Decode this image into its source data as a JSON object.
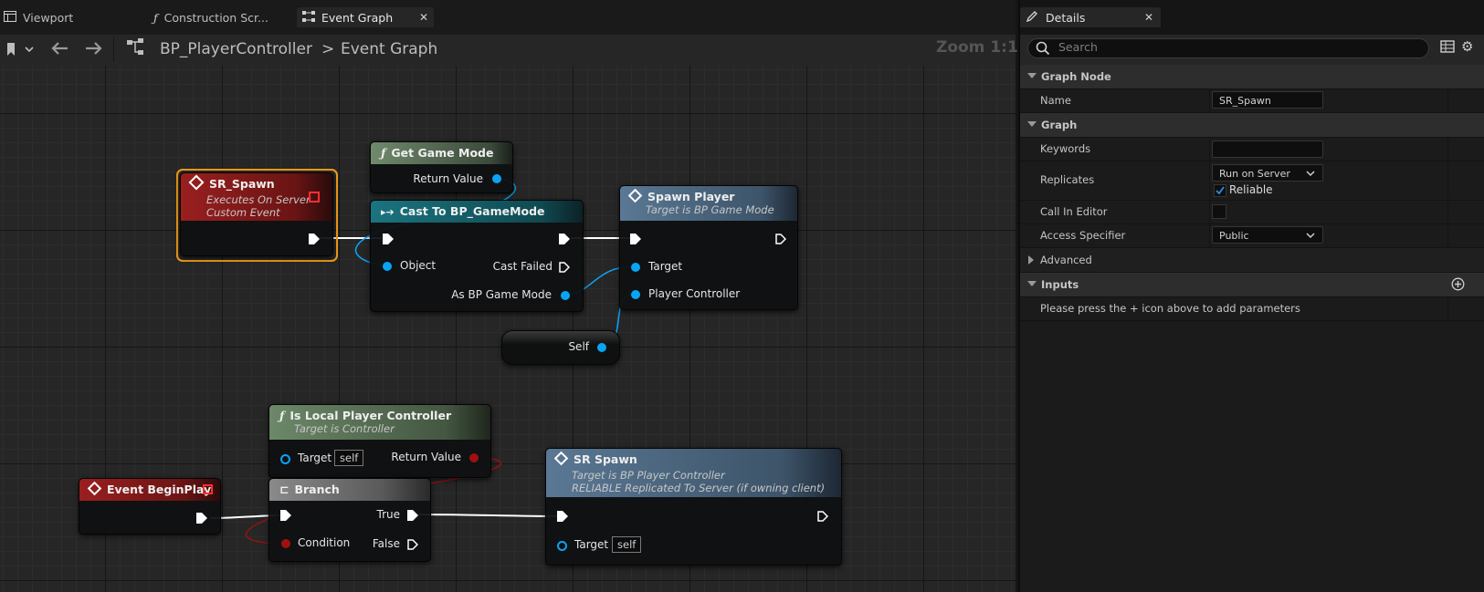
{
  "tabs": [
    {
      "label": "Viewport",
      "icon": "viewport-icon"
    },
    {
      "label": "Construction Scr...",
      "icon": "function-icon"
    },
    {
      "label": "Event Graph",
      "icon": "graph-icon"
    }
  ],
  "toolbar": {
    "breadcrumb_blueprint": "BP_PlayerController",
    "breadcrumb_sep": ">",
    "breadcrumb_graph": "Event Graph",
    "zoom": "Zoom 1:1"
  },
  "nodes": {
    "get_game_mode": {
      "title": "Get Game Mode",
      "return": "Return Value"
    },
    "sr_spawn_event": {
      "title": "SR_Spawn",
      "sub1": "Executes On Server",
      "sub2": "Custom Event"
    },
    "cast": {
      "title": "Cast To BP_GameMode",
      "object": "Object",
      "cast_failed": "Cast Failed",
      "as_gm": "As BP Game Mode"
    },
    "spawn_player": {
      "title": "Spawn Player",
      "sub": "Target is BP Game Mode",
      "target": "Target",
      "player_controller": "Player Controller"
    },
    "self_node": {
      "label": "Self"
    },
    "is_local": {
      "title": "Is Local Player Controller",
      "sub": "Target is Controller",
      "target": "Target",
      "self": "self",
      "return": "Return Value"
    },
    "begin_play": {
      "title": "Event BeginPlay"
    },
    "branch": {
      "title": "Branch",
      "condition": "Condition",
      "true": "True",
      "false": "False"
    },
    "sr_spawn_call": {
      "title": "SR Spawn",
      "sub1": "Target is BP Player Controller",
      "sub2": "RELIABLE Replicated To Server (if owning client)",
      "target": "Target",
      "self": "self"
    }
  },
  "details": {
    "tab_title": "Details",
    "search_placeholder": "Search",
    "graph_node_cat": "Graph Node",
    "name_label": "Name",
    "name_value": "SR_Spawn",
    "graph_cat": "Graph",
    "keywords_label": "Keywords",
    "keywords_value": "",
    "replicates_label": "Replicates",
    "replicates_value": "Run on Server",
    "reliable_label": "Reliable",
    "reliable_checked": true,
    "call_in_editor_label": "Call In Editor",
    "access_label": "Access Specifier",
    "access_value": "Public",
    "advanced_cat": "Advanced",
    "inputs_cat": "Inputs",
    "inputs_hint": "Please press the + icon above to add parameters"
  },
  "colors": {
    "exec_white": "#ffffff",
    "object_pin": "#0aa4f5",
    "bool_pin": "#8c0e0e",
    "event_header": "#8e1c1c",
    "function_header": "#6f8a6c",
    "call_header": "#4f6f8f",
    "cast_header": "#155e66",
    "selection": "#f29c18"
  }
}
